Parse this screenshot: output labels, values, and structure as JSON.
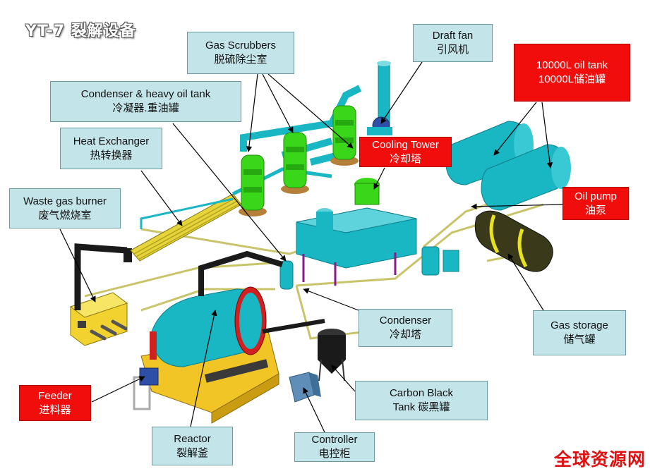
{
  "title": "YT-7 裂解设备",
  "watermark": "全球资源网",
  "colors": {
    "label_bg": "#c3e4e8",
    "highlight_red": "#f20d0d",
    "equipment_cyan": "#19b7c3",
    "scrubber_green": "#3ad61a",
    "frame_yellow": "#f2c526",
    "pipe_black": "#1a1a1a"
  },
  "labels": {
    "gas_scrubbers": {
      "en": "Gas Scrubbers",
      "cn": "脱硫除尘室"
    },
    "draft_fan": {
      "en": "Draft fan",
      "cn": "引风机"
    },
    "oil_tank": {
      "en": "10000L oil tank",
      "cn": "10000L储油罐"
    },
    "condenser_heavy_oil": {
      "en": "Condenser & heavy oil tank",
      "cn": "冷凝器.重油罐"
    },
    "heat_exchanger": {
      "en": "Heat Exchanger",
      "cn": "热转换器"
    },
    "cooling_tower": {
      "en": "Cooling Tower",
      "cn": "冷却塔"
    },
    "waste_gas_burner": {
      "en": "Waste gas burner",
      "cn": "废气燃烧室"
    },
    "oil_pump": {
      "en": "Oil pump",
      "cn": "油泵"
    },
    "condenser": {
      "en": "Condenser",
      "cn": "冷却塔"
    },
    "gas_storage": {
      "en": "Gas storage",
      "cn": "储气罐"
    },
    "feeder": {
      "en": "Feeder",
      "cn": "进料器"
    },
    "carbon_black": {
      "en": "Carbon Black",
      "cn": "Tank 碳黑罐"
    },
    "reactor": {
      "en": "Reactor",
      "cn": "裂解釜"
    },
    "controller": {
      "en": "Controller",
      "cn": "电控柜"
    }
  }
}
